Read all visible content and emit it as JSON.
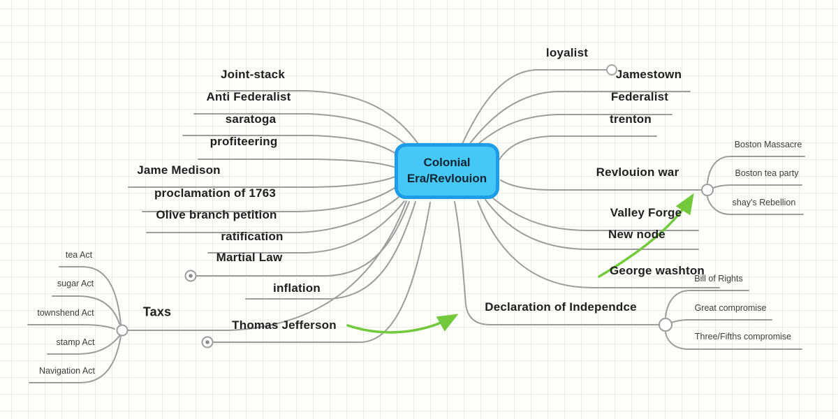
{
  "root": {
    "label": "Colonial Era/Revlouion"
  },
  "left": {
    "items": [
      "Joint-stack",
      "Anti Federalist",
      "saratoga",
      "profiteering",
      "Jame Medison",
      "proclamation of 1763",
      "Olive branch petition",
      "ratification",
      "Martial Law",
      "inflation",
      "Thomas Jefferson"
    ],
    "taxes": {
      "label": "Taxs",
      "children": [
        "tea Act",
        "sugar Act",
        "townshend Act",
        "stamp Act",
        "Navigation Act"
      ]
    }
  },
  "right": {
    "items": [
      "loyalist",
      "Jamestown",
      "Federalist",
      "trenton",
      "Valley Forge",
      "New node",
      "George washton"
    ],
    "revolution_war": {
      "label": "Revlouion war",
      "children": [
        "Boston Massacre",
        "Boston tea party",
        "shay's Rebellion"
      ]
    },
    "declaration": {
      "label": "Declaration of Independce",
      "children": [
        "Bill of Rights",
        "Great compromise",
        "Three/Fifths compromise"
      ]
    }
  },
  "relations": [
    {
      "from": "Thomas Jefferson",
      "to": "Declaration of Independce"
    },
    {
      "from": "George washton",
      "to": "Revlouion war"
    }
  ],
  "colors": {
    "edge": "#9c9c9c",
    "relation_arrow": "#72c93c",
    "root_fill": "#45c8f6",
    "root_border": "#1e9be9",
    "grid": "#e9ede0"
  }
}
